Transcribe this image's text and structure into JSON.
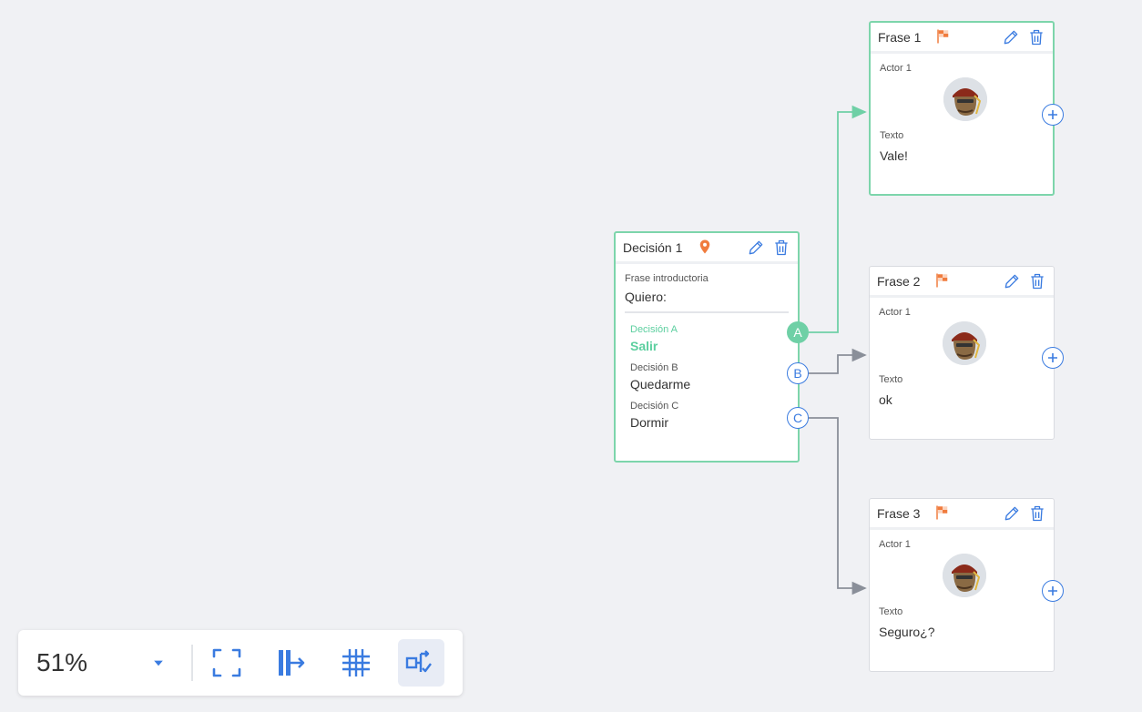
{
  "toolbar": {
    "zoom": "51%",
    "buttons": [
      {
        "icon": "fit-screen-icon"
      },
      {
        "icon": "auto-layout-icon"
      },
      {
        "icon": "grid-icon"
      },
      {
        "icon": "decision-flow-icon",
        "active": true
      }
    ]
  },
  "decision": {
    "title": "Decisión 1",
    "intro_label": "Frase introductoria",
    "intro_text": "Quiero:",
    "options": [
      {
        "port": "A",
        "label": "Decisión A",
        "text": "Salir",
        "selected": true
      },
      {
        "port": "B",
        "label": "Decisión B",
        "text": "Quedarme",
        "selected": false
      },
      {
        "port": "C",
        "label": "Decisión C",
        "text": "Dormir",
        "selected": false
      }
    ]
  },
  "frases": [
    {
      "title": "Frase 1",
      "actor": "Actor 1",
      "texto_label": "Texto",
      "texto": "Vale!",
      "active": true
    },
    {
      "title": "Frase 2",
      "actor": "Actor 1",
      "texto_label": "Texto",
      "texto": "ok",
      "active": false
    },
    {
      "title": "Frase 3",
      "actor": "Actor 1",
      "texto_label": "Texto",
      "texto": "Seguro¿?",
      "active": false
    }
  ],
  "colors": {
    "accent_green": "#6fd0a6",
    "accent_blue": "#3a7be0",
    "connector_gray": "#8a8f99",
    "marker_orange": "#f07c3e"
  }
}
